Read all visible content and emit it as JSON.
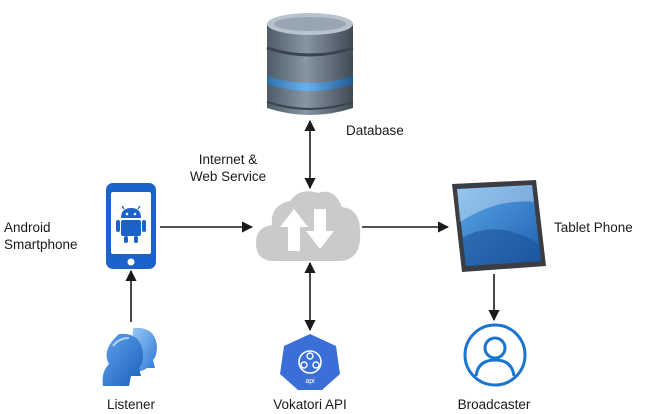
{
  "nodes": {
    "database": {
      "label": "Database",
      "icon": "database-icon"
    },
    "internet": {
      "label_line1": "Internet &",
      "label_line2": "Web Service",
      "icon": "cloud-upload-download-icon"
    },
    "android": {
      "label_line1": "Android",
      "label_line2": "Smartphone",
      "icon": "android-smartphone-icon"
    },
    "tablet": {
      "label": "Tablet Phone",
      "icon": "tablet-icon"
    },
    "listener": {
      "label": "Listener",
      "icon": "users-profile-icon"
    },
    "vokatori": {
      "label": "Vokatori API",
      "icon": "api-hexagon-icon",
      "icon_text": "api"
    },
    "broadcaster": {
      "label": "Broadcaster",
      "icon": "user-circle-icon"
    }
  },
  "edges": [
    {
      "from": "database",
      "to": "internet",
      "direction": "both"
    },
    {
      "from": "android",
      "to": "internet",
      "direction": "forward"
    },
    {
      "from": "internet",
      "to": "tablet",
      "direction": "forward"
    },
    {
      "from": "internet",
      "to": "vokatori",
      "direction": "both"
    },
    {
      "from": "listener",
      "to": "android",
      "direction": "forward"
    },
    {
      "from": "tablet",
      "to": "broadcaster",
      "direction": "forward"
    }
  ],
  "colors": {
    "edge": "#1a1a1a",
    "cloud": "#c9cacc",
    "db_body": "#5f6f7d",
    "db_band": "#3f86c9",
    "device_blue": "#1c63c9",
    "user_blue": "#1b75cf"
  }
}
